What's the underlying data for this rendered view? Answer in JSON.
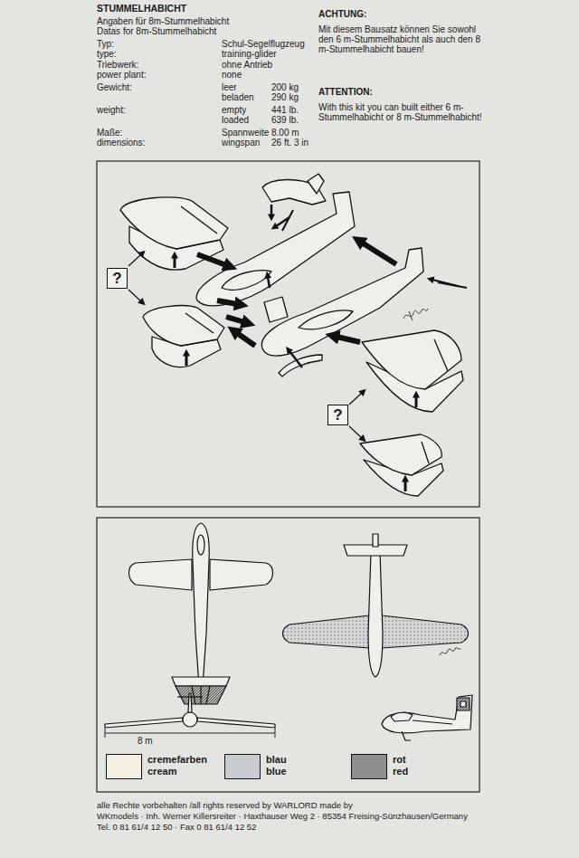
{
  "diagram": {
    "title": "STUMMELHABICHT",
    "nodes": [
      {
        "text": [
          "?"
        ]
      },
      {
        "text": [
          "?"
        ]
      }
    ],
    "labels": [
      "Angaben für 8m-Stummelhabicht",
      "Datas for 8m-Stummelhabicht",
      "Typ:",
      "Schul-Segelflugzeug",
      "type:",
      "training-glider",
      "Triebwerk:",
      "ohne Antrieb",
      "power plant:",
      "none",
      "Gewicht:",
      "leer",
      "200 kg",
      "beladen",
      "290 kg",
      "weight:",
      "empty",
      "441 lb.",
      "loaded",
      "639 lb.",
      "Maße:",
      "Spannweite",
      "8.00 m",
      "dimensions:",
      "wingspan",
      "26 ft. 3 in",
      "ACHTUNG:",
      "Mit diesem Bausatz können Sie sowohl den 6 m-Stummelhabicht als auch den 8 m-Stummelhabicht bauen!",
      "ATTENTION:",
      "With this kit you can built either 6 m-Stummelhabicht or 8 m-Stummelhabicht!",
      "8 m",
      "alle Rechte vorbehalten /all rights reserved by WARLORD made by",
      "WKmodels · Inh. Werner Killersreiter · Haxthauser Weg 2 · 85354 Freising-Sünzhausen/Germany",
      "Tel. 0 81 61/4 12 50 · Fax 0 81 61/4 12 52"
    ],
    "legend": [
      {
        "text": "cremefarben cream",
        "color": "#f3efe2"
      },
      {
        "text": "blau blue",
        "color": "#c9cdd1"
      },
      {
        "text": "rot red",
        "color": "#8f8f8f"
      }
    ]
  }
}
